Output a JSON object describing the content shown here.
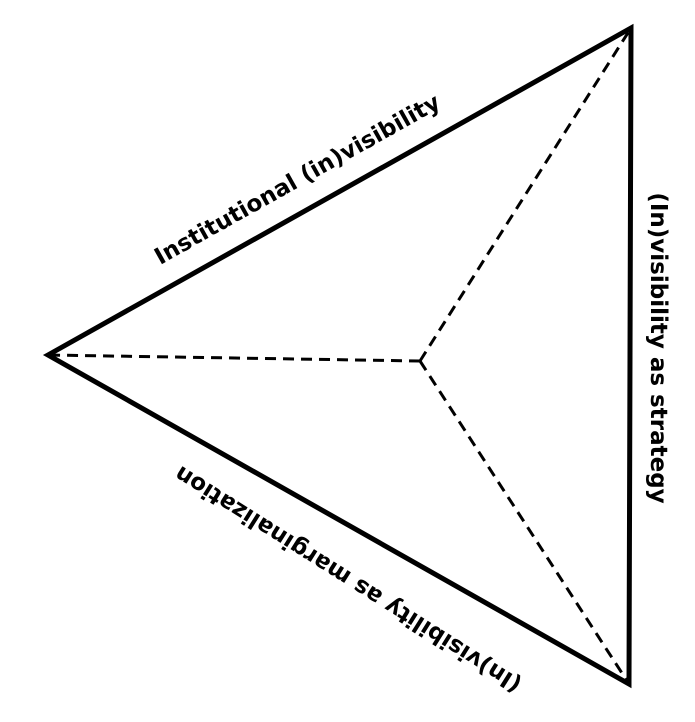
{
  "diagram": {
    "labels": {
      "top": "Institutional (in)visibility",
      "right": "(In)visibility as strategy",
      "bottom": "(In)visibility as marginalization"
    },
    "colors": {
      "line": "#000000",
      "background": "#ffffff"
    }
  }
}
